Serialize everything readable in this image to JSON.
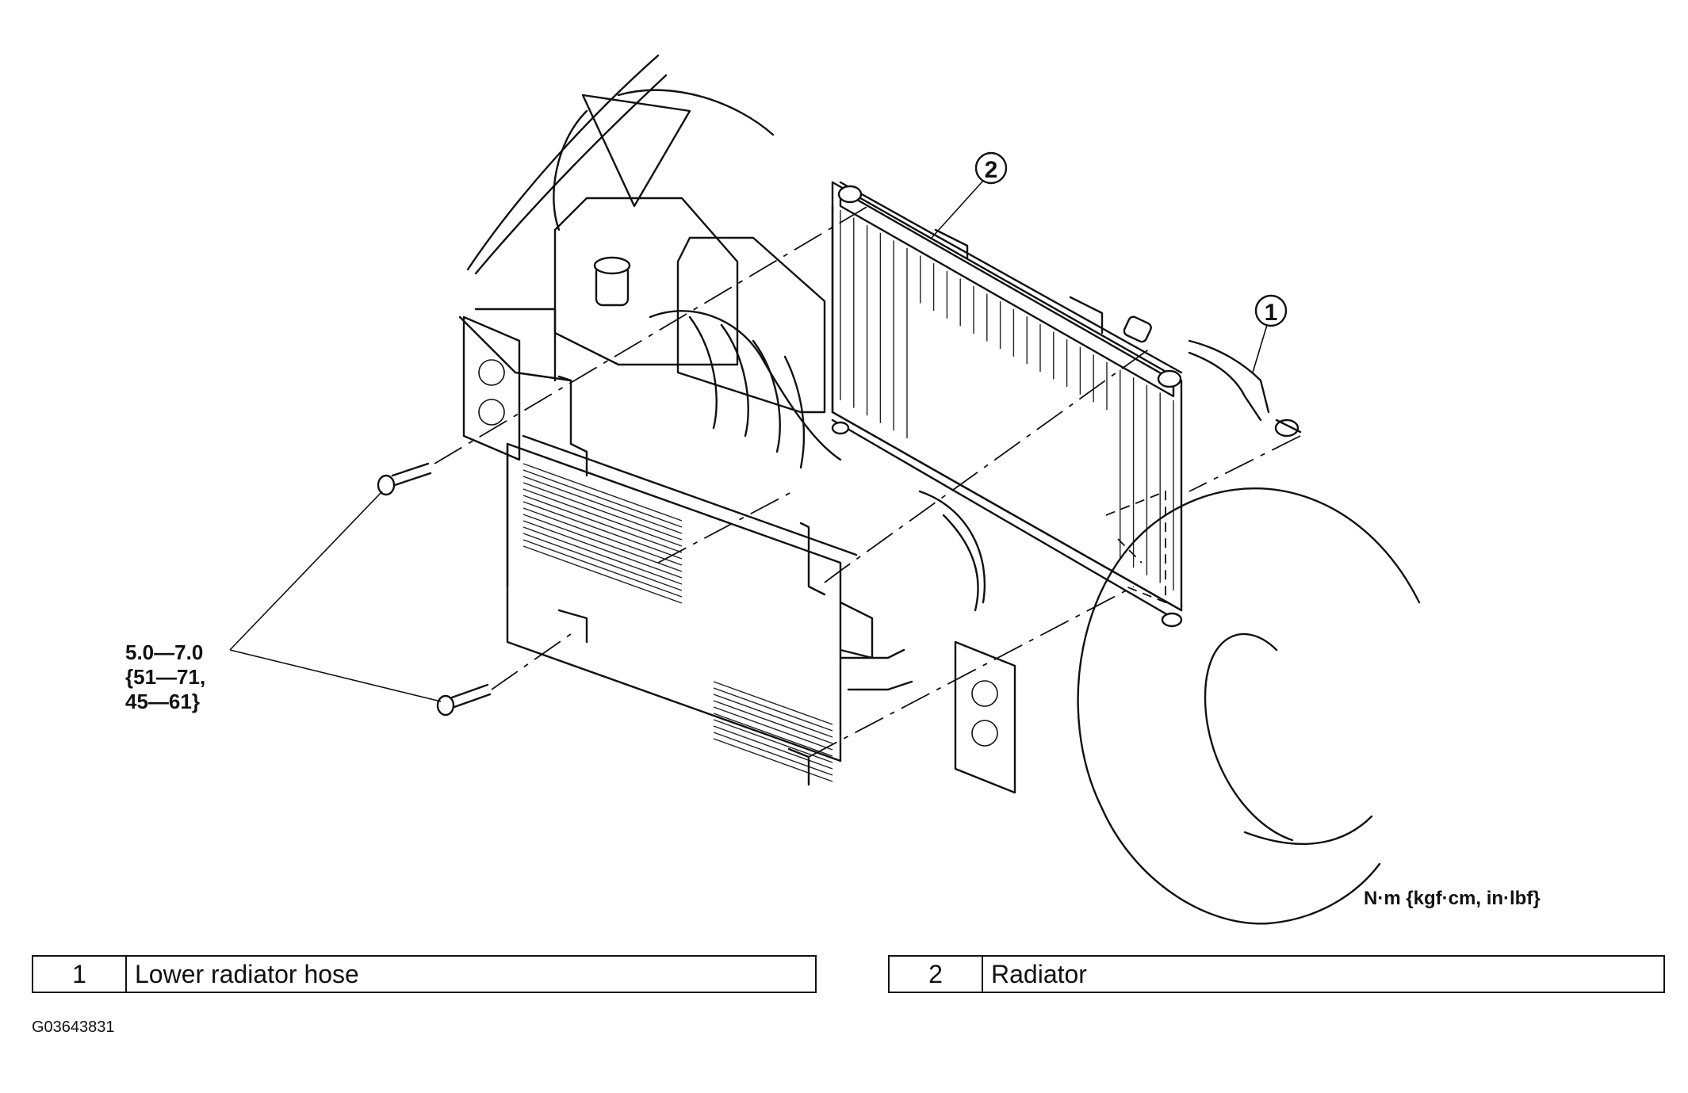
{
  "callouts": [
    {
      "number": "1",
      "target": "lower-radiator-hose"
    },
    {
      "number": "2",
      "target": "radiator"
    }
  ],
  "torque": {
    "lines": [
      "5.0—7.0",
      "{51—71,",
      "45—61}"
    ]
  },
  "unit_note": "N·m {kgf·cm, in·lbf}",
  "legend": [
    {
      "number": "1",
      "label": "Lower radiator hose"
    },
    {
      "number": "2",
      "label": "Radiator"
    }
  ],
  "figure_id": "G03643831"
}
